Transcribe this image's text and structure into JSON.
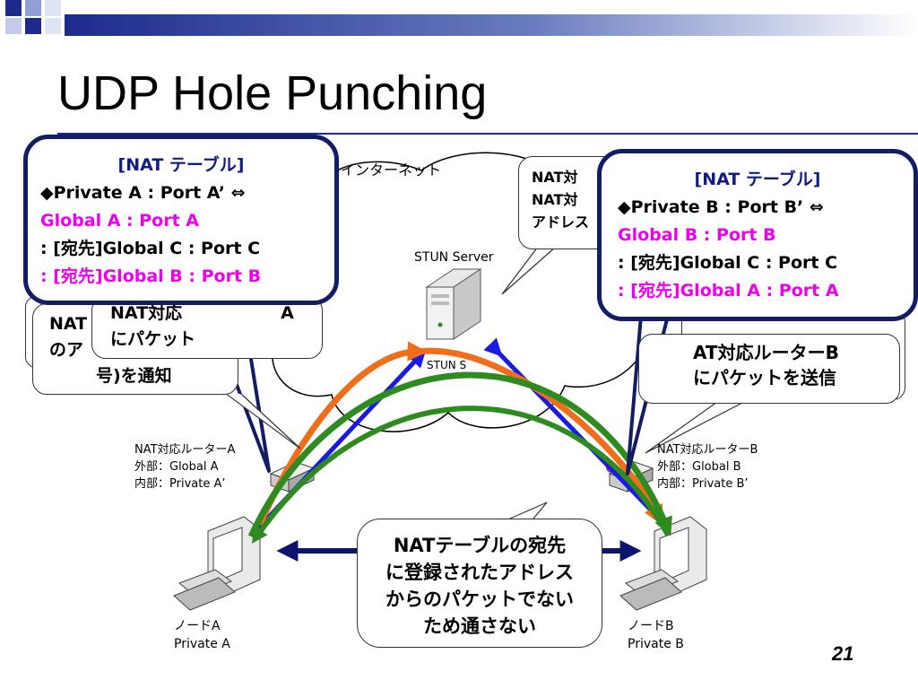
{
  "slide": {
    "title": "UDP Hole Punching",
    "page_number": "21"
  },
  "labels": {
    "internet": "インターネット",
    "stun_server": "STUN Server",
    "stun_partial": "STUN S",
    "router_a": [
      "NAT対応ルーターA",
      "外部：Global A",
      "内部：Private A’"
    ],
    "router_b": [
      "NAT対応ルーターB",
      "外部：Global B",
      "内部：Private B’"
    ],
    "node_a": [
      "ノードA",
      "Private A"
    ],
    "node_b": [
      "ノードB",
      "Private B"
    ]
  },
  "nat_table_a": {
    "title": "[NAT テーブル]",
    "line1": "◆Private A : Port A’ ⇔",
    "line2": "Global A : Port A",
    "line3": ": [宛先]Global C : Port C",
    "line4": ": [宛先]Global B : Port B"
  },
  "nat_table_b": {
    "title": "[NAT テーブル]",
    "line1": "◆Private B : Port B’ ⇔",
    "line2": "Global B : Port B",
    "line3": ": [宛先]Global C : Port C",
    "line4": ": [宛先]Global A : Port A"
  },
  "bubbles": {
    "top_center": [
      "NAT対",
      "NAT対",
      "アドレス"
    ],
    "left_back": [
      "NAT",
      "のア",
      "号)を通知"
    ],
    "left_front": [
      "NAT対応",
      "A",
      "にパケット"
    ],
    "right_front": [
      "AT対応ルーターB",
      "にパケットを送信"
    ],
    "center": [
      "NATテーブルの宛先",
      "に登録されたアドレス",
      "からのパケットでない",
      "ため通さない"
    ]
  },
  "colors": {
    "navy": "#121d66",
    "orange": "#f06d1a",
    "green": "#2e8b1f",
    "blue": "#1a1ae6",
    "magenta": "#ee00ee",
    "arrow": "#0d1470"
  }
}
